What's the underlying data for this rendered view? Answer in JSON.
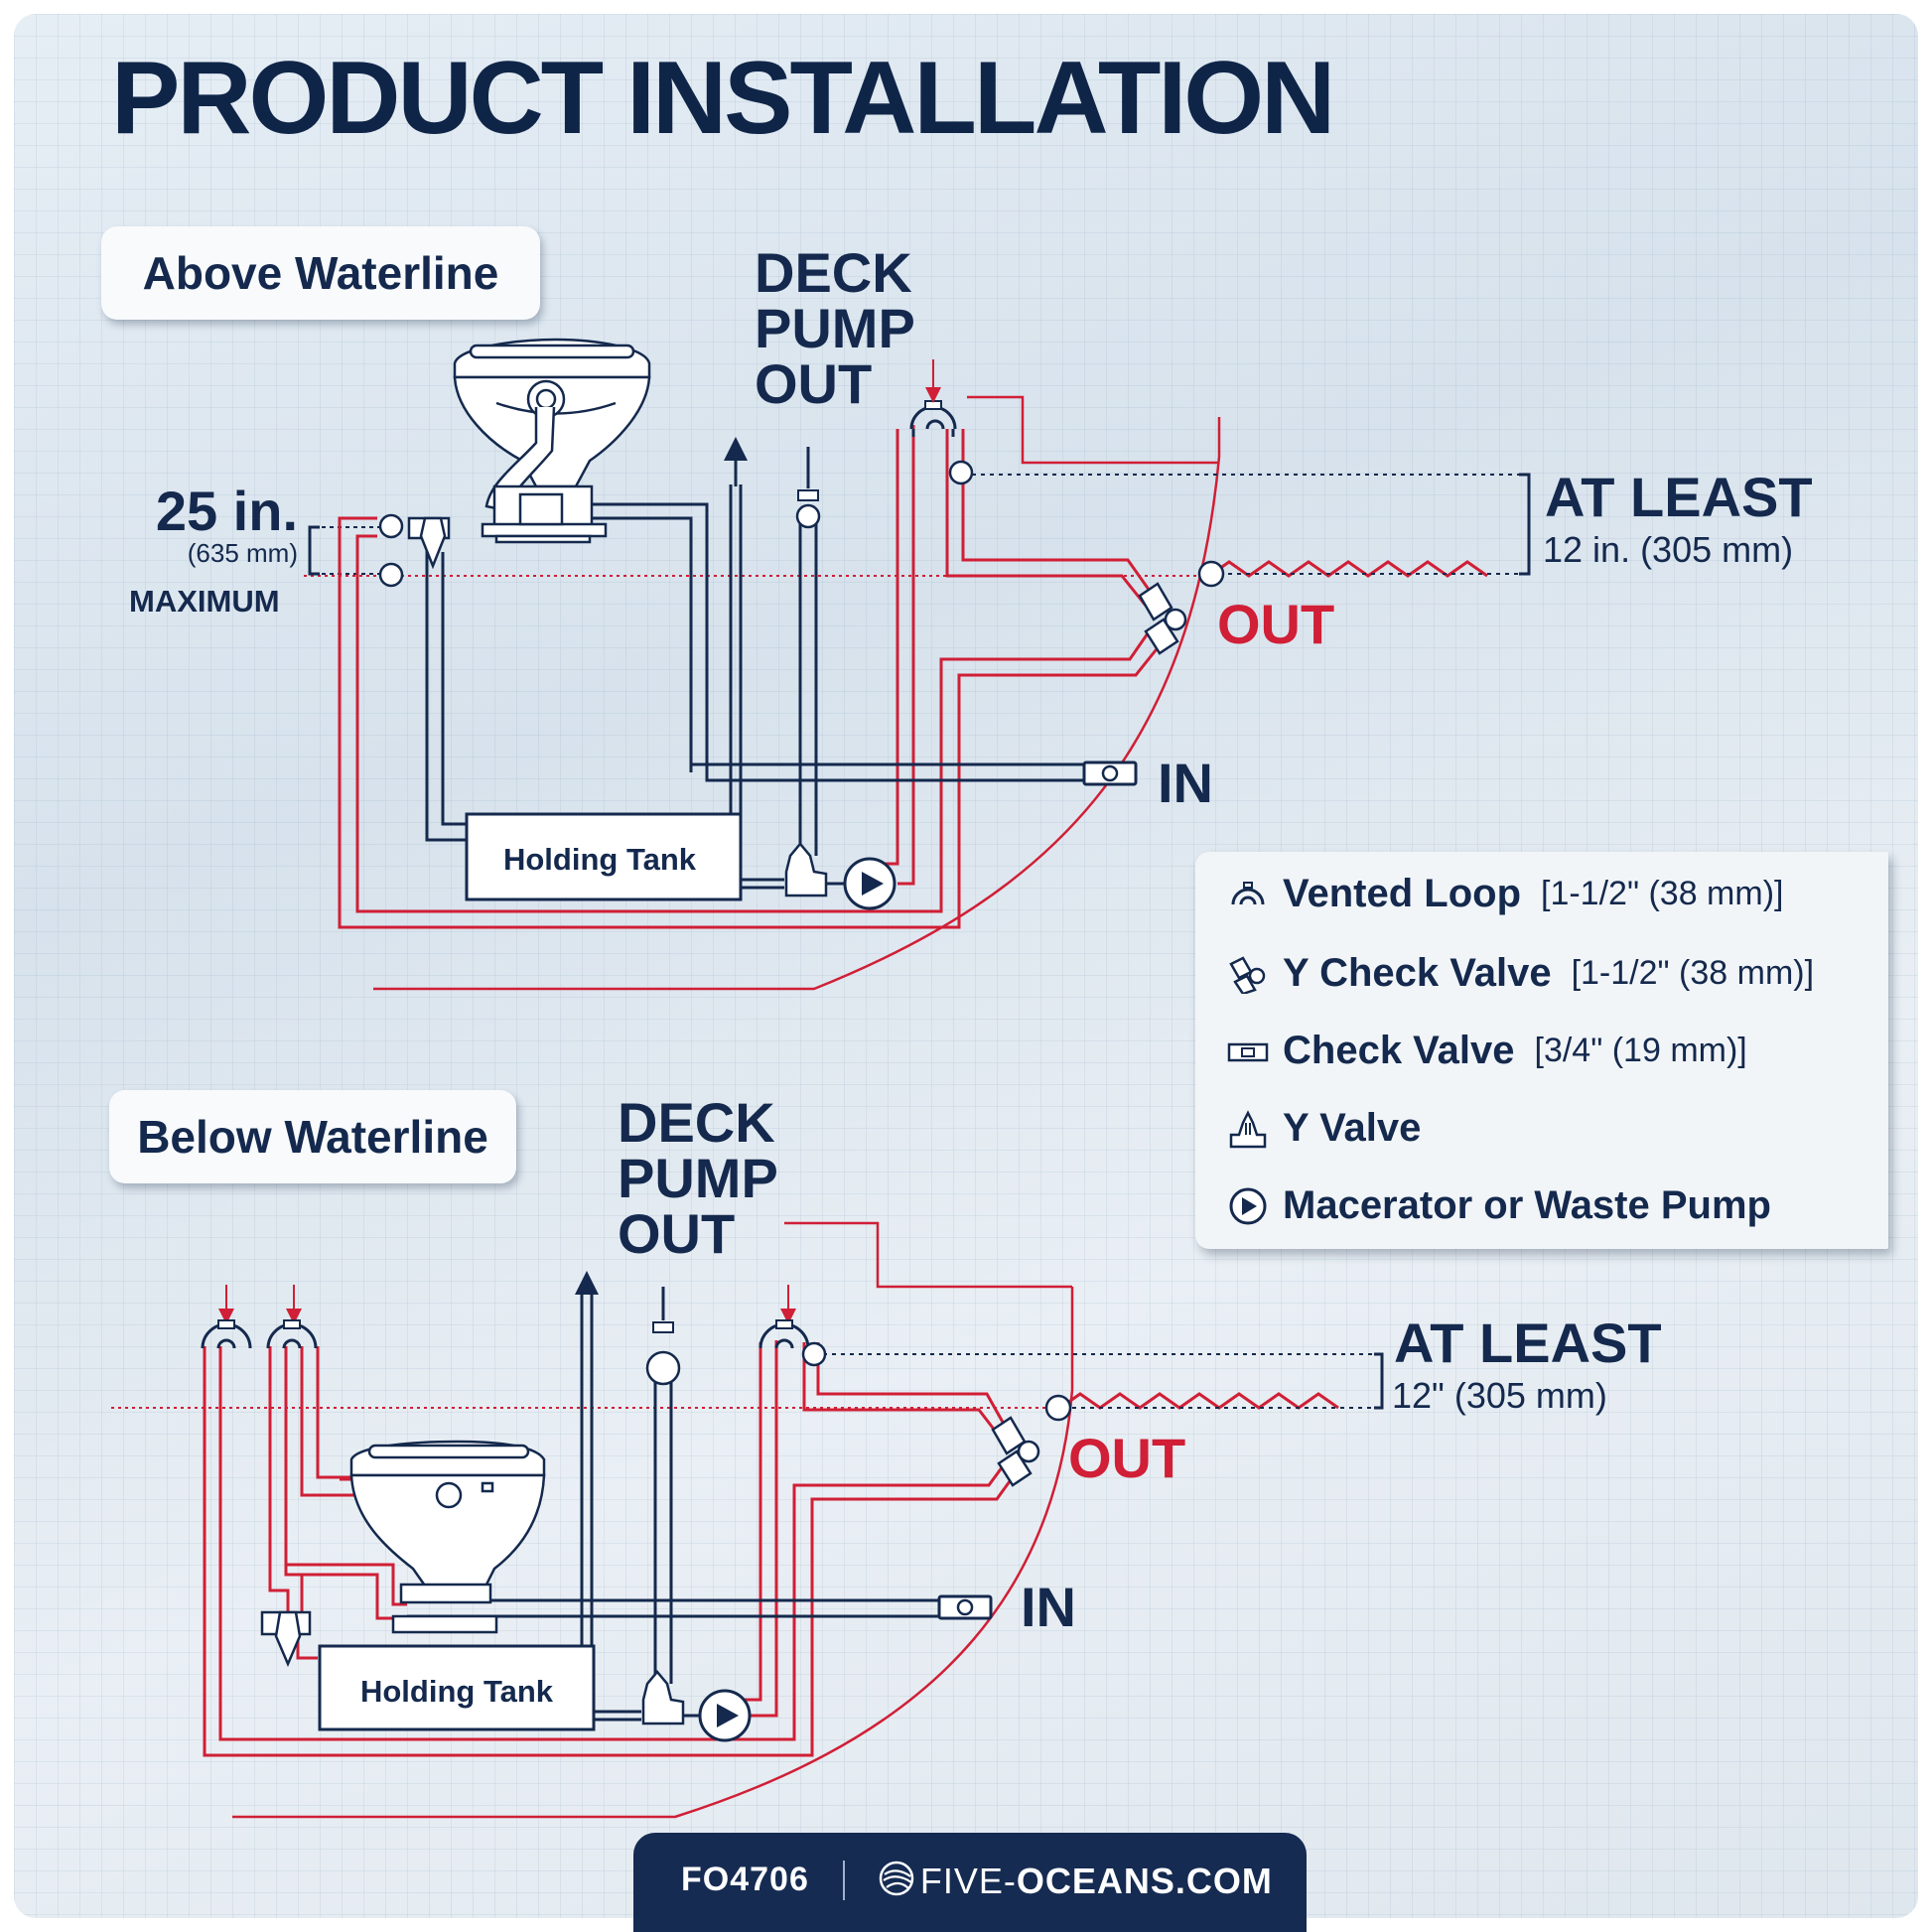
{
  "title": "PRODUCT INSTALLATION",
  "sections": {
    "above": {
      "label": "Above Waterline",
      "deck_pump_out": [
        "DECK",
        "PUMP",
        "OUT"
      ],
      "max_value": "25 in.",
      "max_mm": "(635 mm)",
      "max_word": "MAXIMUM",
      "at_least": "AT LEAST",
      "at_least_value": "12 in. (305 mm)",
      "out_label": "OUT",
      "in_label": "IN",
      "tank_label": "Holding Tank"
    },
    "below": {
      "label": "Below Waterline",
      "deck_pump_out": [
        "DECK",
        "PUMP",
        "OUT"
      ],
      "at_least": "AT LEAST",
      "at_least_value": "12\" (305 mm)",
      "out_label": "OUT",
      "in_label": "IN",
      "tank_label": "Holding Tank"
    }
  },
  "legend": [
    {
      "icon": "vented-loop-icon",
      "name": "Vented Loop",
      "size": "[1-1/2\" (38 mm)]"
    },
    {
      "icon": "y-check-valve-icon",
      "name": "Y Check Valve",
      "size": "[1-1/2\" (38 mm)]"
    },
    {
      "icon": "check-valve-icon",
      "name": "Check Valve",
      "size": "[3/4\" (19 mm)]"
    },
    {
      "icon": "y-valve-icon",
      "name": "Y Valve",
      "size": ""
    },
    {
      "icon": "macerator-pump-icon",
      "name": "Macerator or Waste Pump",
      "size": ""
    }
  ],
  "footer": {
    "code": "FO4706",
    "brand_light": "FIVE-",
    "brand_bold": "OCEANS.COM"
  },
  "colors": {
    "navy": "#14294d",
    "red": "#d01f36",
    "background": "#dde7ef"
  }
}
